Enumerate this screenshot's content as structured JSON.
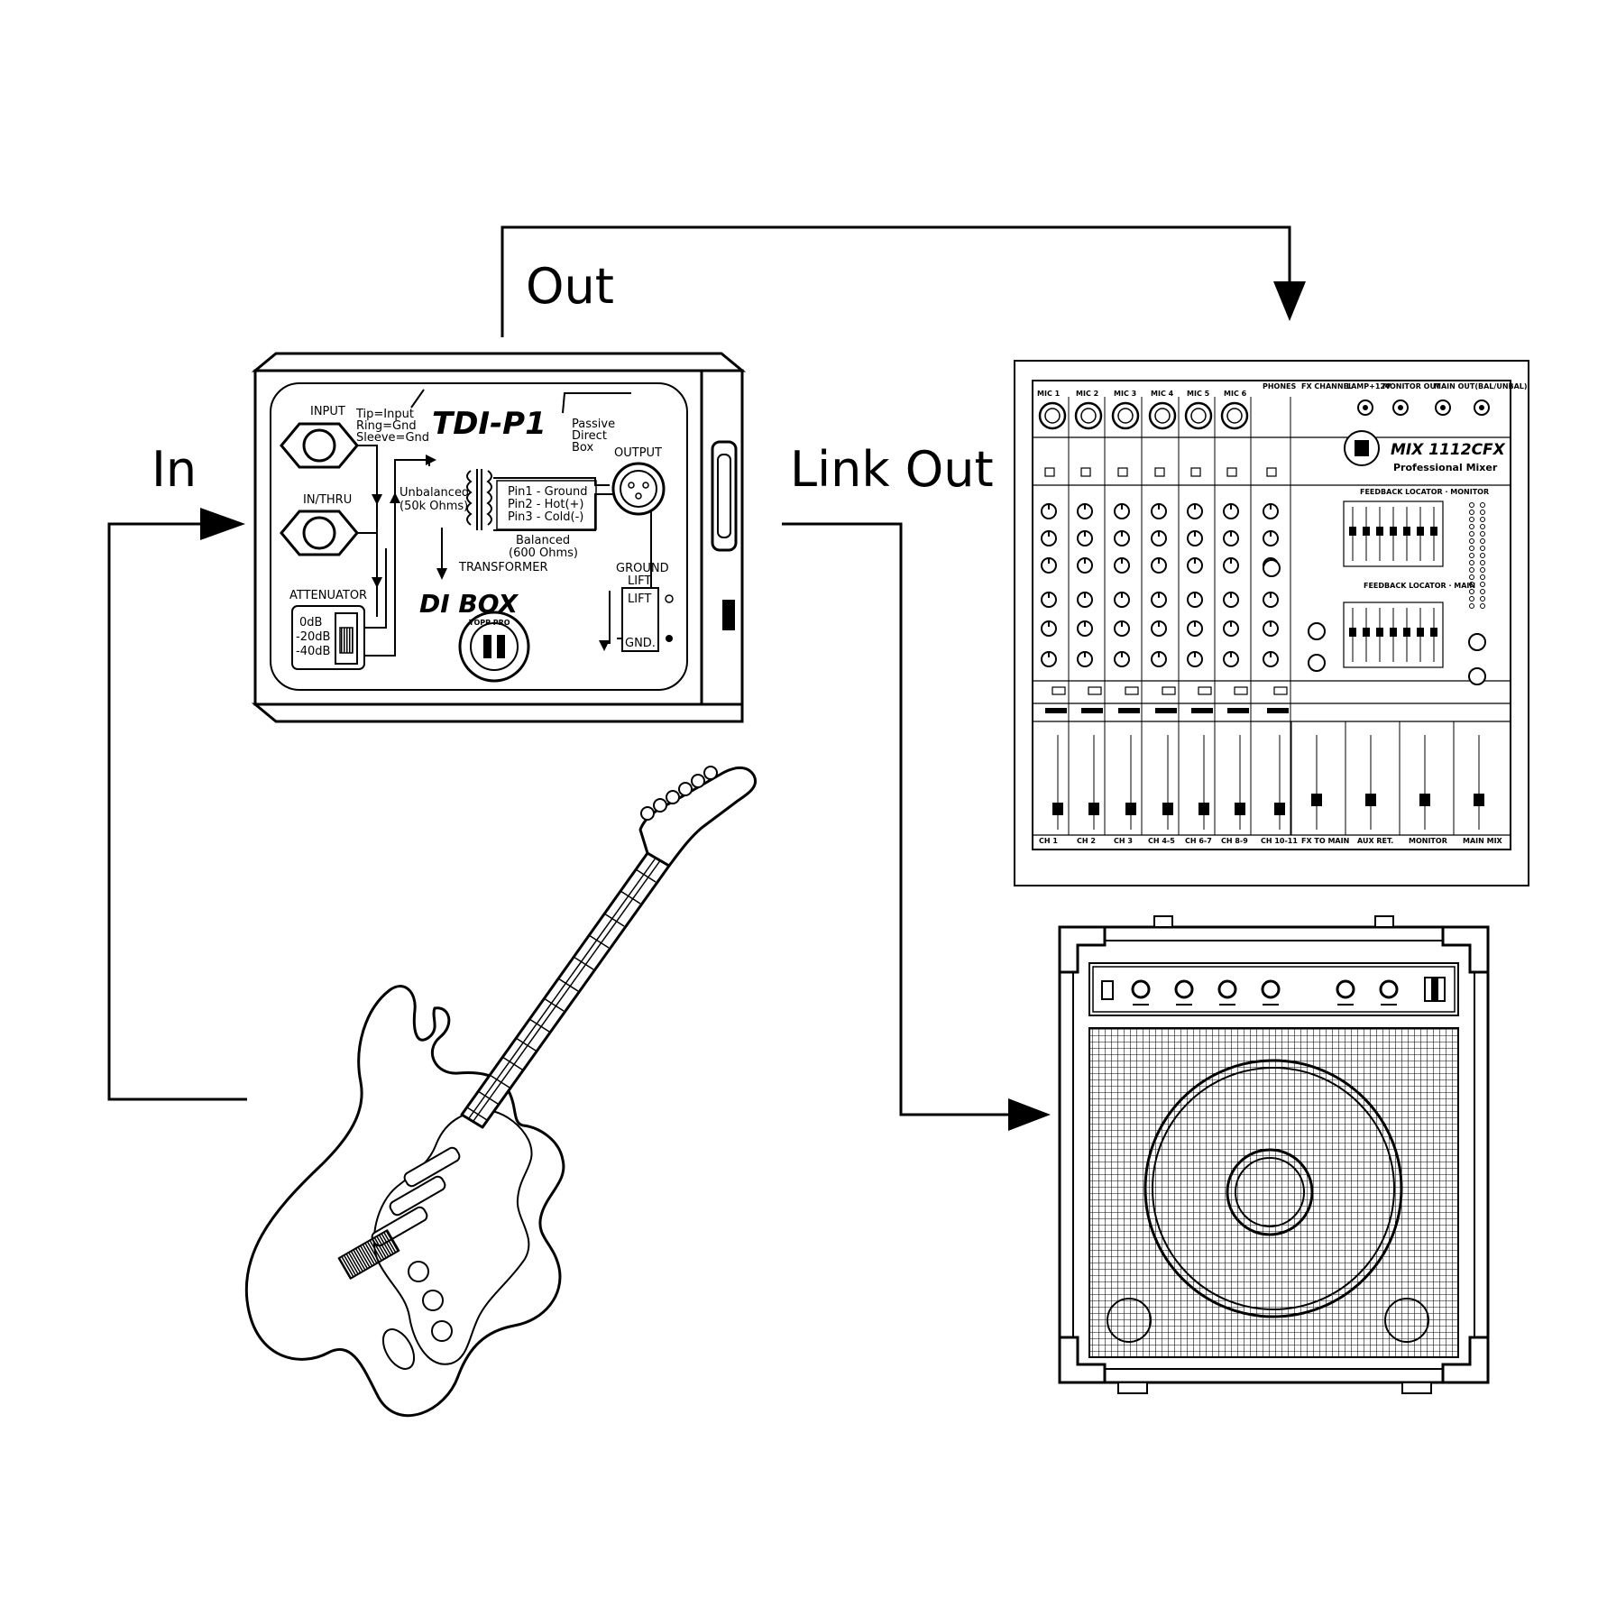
{
  "connections": {
    "in_label": "In",
    "out_label": "Out",
    "link_out_label": "Link Out"
  },
  "di_box": {
    "model": "TDI-P1",
    "subtitle_lines": [
      "Passive",
      "Direct",
      "Box"
    ],
    "input_label": "INPUT",
    "wiring_lines": [
      "Tip=Input",
      "Ring=Gnd",
      "Sleeve=Gnd"
    ],
    "in_thru_label": "IN/THRU",
    "output_label": "OUTPUT",
    "unbalanced_lines": [
      "Unbalanced",
      "(50k Ohms)"
    ],
    "pin_lines": [
      "Pin1 - Ground",
      "Pin2 - Hot(+)",
      "Pin3 - Cold(-)"
    ],
    "balanced_lines": [
      "Balanced",
      "(600 Ohms)"
    ],
    "transformer_label": "TRANSFORMER",
    "attenuator_label": "ATTENUATOR",
    "attenuator_options": [
      "0dB",
      "-20dB",
      "-40dB"
    ],
    "ground_lift_lines": [
      "GROUND",
      "LIFT"
    ],
    "lift_label": "LIFT",
    "gnd_label": "GND.",
    "name_label": "DI BOX",
    "logo_text": "TOPP PRO"
  },
  "mixer": {
    "model": "MIX 1112CFX",
    "subtitle": "Professional Mixer",
    "channel_labels": [
      "CH 1",
      "CH 2",
      "CH 3",
      "CH 4-5",
      "CH 6-7",
      "CH 8-9",
      "CH 10-11",
      "FX TO MAIN",
      "AUX RET.",
      "MONITOR",
      "MAIN MIX"
    ],
    "mic_labels": [
      "MIC 1",
      "MIC 2",
      "MIC 3",
      "MIC 4",
      "MIC 5",
      "MIC 6"
    ],
    "section_labels": [
      "PHONES",
      "FX CHANNEL",
      "LAMP+12V",
      "MONITOR OUT",
      "MAIN OUT(BAL/UNBAL)",
      "FEEDBACK LOCATOR · MONITOR",
      "FEEDBACK LOCATOR · MAIN"
    ]
  }
}
